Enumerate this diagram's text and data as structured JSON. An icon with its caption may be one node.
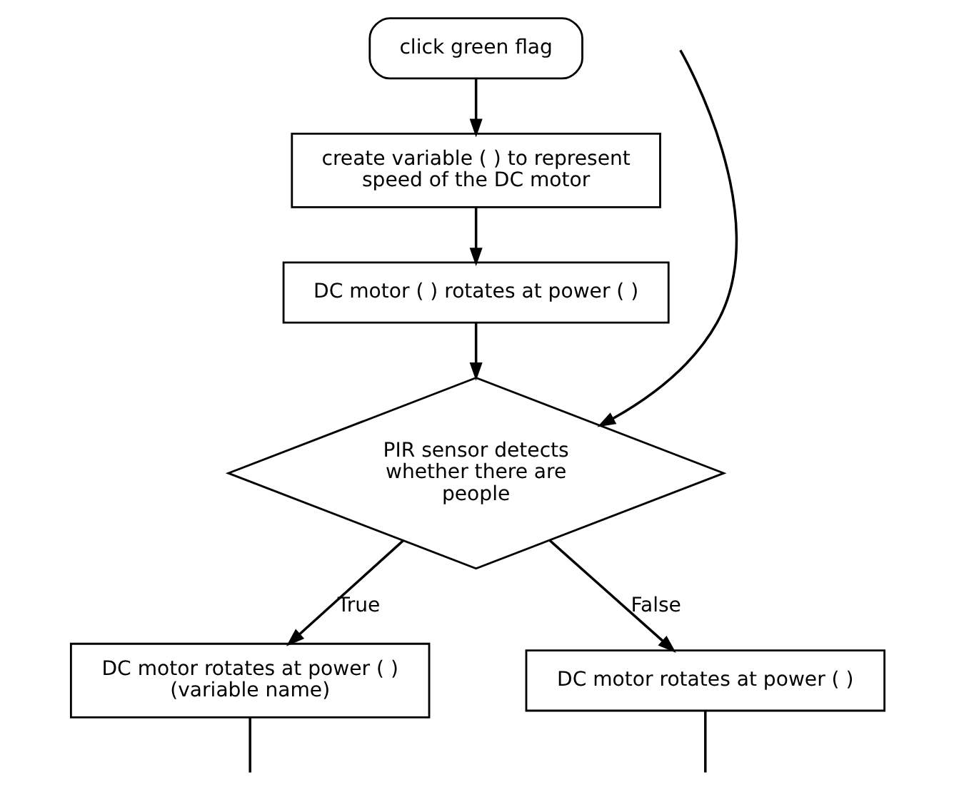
{
  "diagram": {
    "nodes": [
      {
        "text": [
          "click green flag"
        ]
      },
      {
        "text": [
          "create variable ( ) to represent speed of the DC motor"
        ]
      },
      {
        "text": [
          "DC motor ( ) rotates at power ( )"
        ]
      },
      {
        "text": [
          "PIR sensor detects whether there are people"
        ]
      },
      {
        "text": [
          "DC motor rotates at power ( ) (variable name)"
        ]
      },
      {
        "text": [
          "DC motor rotates at power ( )"
        ]
      }
    ],
    "edges": [
      {
        "from": 0,
        "to": 1,
        "arrow": "to"
      },
      {
        "from": 1,
        "to": 2,
        "arrow": "to"
      },
      {
        "from": 2,
        "to": 3,
        "arrow": "to"
      },
      {
        "from": 3,
        "to": 4,
        "label": "True",
        "arrow": "to"
      },
      {
        "from": 3,
        "to": 5,
        "label": "False",
        "arrow": "to"
      },
      {
        "from": 4,
        "to": null,
        "arrow": "none"
      },
      {
        "from": 5,
        "to": null,
        "arrow": "none"
      },
      {
        "from": null,
        "to": 3,
        "arrow": "to"
      }
    ]
  }
}
